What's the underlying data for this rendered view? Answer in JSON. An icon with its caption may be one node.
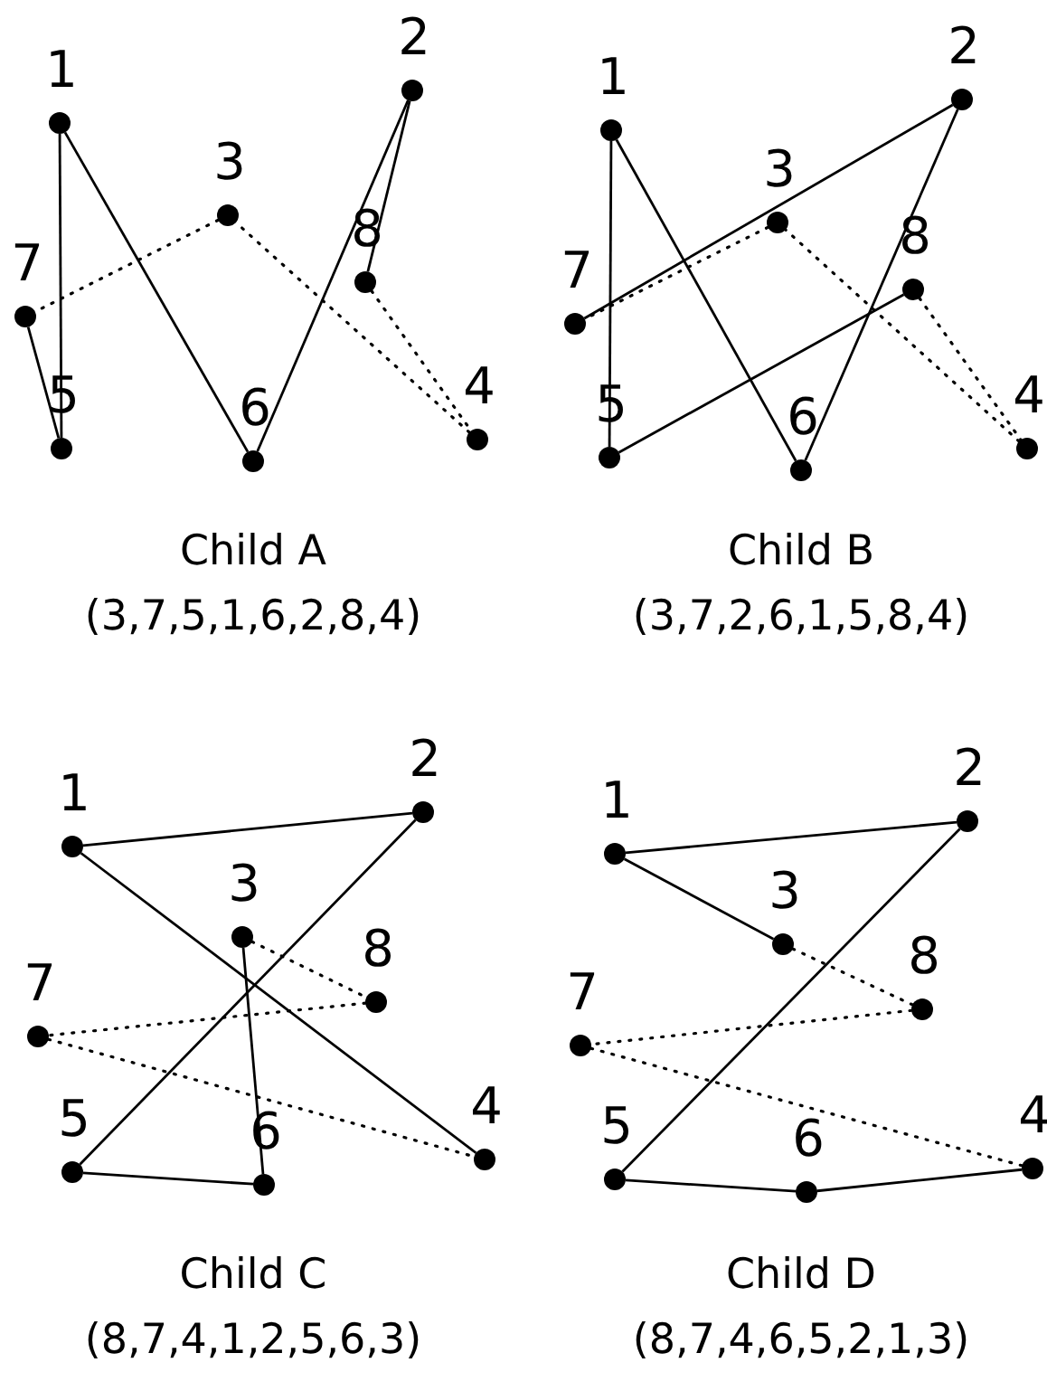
{
  "diagram": {
    "nodes": [
      {
        "text": [],
        "shape": "circle",
        "beside": [
          "1"
        ]
      },
      {
        "text": [],
        "shape": "circle",
        "beside": [
          "2"
        ]
      },
      {
        "text": [],
        "shape": "circle",
        "beside": [
          "3"
        ]
      },
      {
        "text": [],
        "shape": "circle",
        "beside": [
          "4"
        ]
      },
      {
        "text": [],
        "shape": "circle",
        "beside": [
          "5"
        ]
      },
      {
        "text": [],
        "shape": "circle",
        "beside": [
          "6"
        ]
      },
      {
        "text": [],
        "shape": "circle",
        "beside": [
          "7"
        ]
      },
      {
        "text": [],
        "shape": "circle",
        "beside": [
          "8"
        ]
      },
      {
        "text": [],
        "shape": "circle",
        "beside": [
          "1"
        ]
      },
      {
        "text": [],
        "shape": "circle",
        "beside": [
          "2"
        ]
      },
      {
        "text": [],
        "shape": "circle",
        "beside": [
          "3"
        ]
      },
      {
        "text": [],
        "shape": "circle",
        "beside": [
          "4"
        ]
      },
      {
        "text": [],
        "shape": "circle",
        "beside": [
          "5"
        ]
      },
      {
        "text": [],
        "shape": "circle",
        "beside": [
          "6"
        ]
      },
      {
        "text": [],
        "shape": "circle",
        "beside": [
          "7"
        ]
      },
      {
        "text": [],
        "shape": "circle",
        "beside": [
          "8"
        ]
      },
      {
        "text": [],
        "shape": "circle",
        "beside": [
          "1"
        ]
      },
      {
        "text": [],
        "shape": "circle",
        "beside": [
          "2"
        ]
      },
      {
        "text": [],
        "shape": "circle",
        "beside": [
          "3"
        ]
      },
      {
        "text": [],
        "shape": "circle",
        "beside": [
          "4"
        ]
      },
      {
        "text": [],
        "shape": "circle",
        "beside": [
          "5"
        ]
      },
      {
        "text": [],
        "shape": "circle",
        "beside": [
          "6"
        ]
      },
      {
        "text": [],
        "shape": "circle",
        "beside": [
          "7"
        ]
      },
      {
        "text": [],
        "shape": "circle",
        "beside": [
          "8"
        ]
      },
      {
        "text": [],
        "shape": "circle",
        "beside": [
          "1"
        ]
      },
      {
        "text": [],
        "shape": "circle",
        "beside": [
          "2"
        ]
      },
      {
        "text": [],
        "shape": "circle",
        "beside": [
          "3"
        ]
      },
      {
        "text": [],
        "shape": "circle",
        "beside": [
          "4"
        ]
      },
      {
        "text": [],
        "shape": "circle",
        "beside": [
          "5"
        ]
      },
      {
        "text": [],
        "shape": "circle",
        "beside": [
          "6"
        ]
      },
      {
        "text": [],
        "shape": "circle",
        "beside": [
          "7"
        ]
      },
      {
        "text": [],
        "shape": "circle",
        "beside": [
          "8"
        ]
      }
    ],
    "edges": [
      {
        "from": 2,
        "to": 6,
        "arrow": "none",
        "style": "dashed"
      },
      {
        "from": 6,
        "to": 4,
        "arrow": "none"
      },
      {
        "from": 4,
        "to": 0,
        "arrow": "none"
      },
      {
        "from": 0,
        "to": 5,
        "arrow": "none"
      },
      {
        "from": 5,
        "to": 1,
        "arrow": "none"
      },
      {
        "from": 1,
        "to": 7,
        "arrow": "none"
      },
      {
        "from": 7,
        "to": 3,
        "arrow": "none",
        "style": "dashed"
      },
      {
        "from": 3,
        "to": 2,
        "arrow": "none",
        "style": "dashed"
      },
      {
        "from": 10,
        "to": 14,
        "arrow": "none",
        "style": "dashed"
      },
      {
        "from": 14,
        "to": 9,
        "arrow": "none"
      },
      {
        "from": 9,
        "to": 13,
        "arrow": "none"
      },
      {
        "from": 13,
        "to": 8,
        "arrow": "none"
      },
      {
        "from": 8,
        "to": 12,
        "arrow": "none"
      },
      {
        "from": 12,
        "to": 15,
        "arrow": "none"
      },
      {
        "from": 15,
        "to": 11,
        "arrow": "none",
        "style": "dashed"
      },
      {
        "from": 11,
        "to": 10,
        "arrow": "none",
        "style": "dashed"
      },
      {
        "from": 23,
        "to": 22,
        "arrow": "none",
        "style": "dashed"
      },
      {
        "from": 22,
        "to": 19,
        "arrow": "none",
        "style": "dashed"
      },
      {
        "from": 19,
        "to": 16,
        "arrow": "none"
      },
      {
        "from": 16,
        "to": 17,
        "arrow": "none"
      },
      {
        "from": 17,
        "to": 20,
        "arrow": "none"
      },
      {
        "from": 20,
        "to": 21,
        "arrow": "none"
      },
      {
        "from": 21,
        "to": 18,
        "arrow": "none"
      },
      {
        "from": 18,
        "to": 23,
        "arrow": "none",
        "style": "dashed"
      },
      {
        "from": 31,
        "to": 30,
        "arrow": "none",
        "style": "dashed"
      },
      {
        "from": 30,
        "to": 27,
        "arrow": "none",
        "style": "dashed"
      },
      {
        "from": 27,
        "to": 29,
        "arrow": "none"
      },
      {
        "from": 29,
        "to": 28,
        "arrow": "none"
      },
      {
        "from": 28,
        "to": 25,
        "arrow": "none"
      },
      {
        "from": 25,
        "to": 24,
        "arrow": "none"
      },
      {
        "from": 24,
        "to": 26,
        "arrow": "none"
      },
      {
        "from": 26,
        "to": 31,
        "arrow": "none",
        "style": "dashed"
      }
    ],
    "labels": [
      "Child A",
      "(3,7,5,1,6,2,8,4)",
      "Child B",
      "(3,7,2,6,1,5,8,4)",
      "Child C",
      "(8,7,4,1,2,5,6,3)",
      "Child D",
      "(8,7,4,6,5,2,1,3)"
    ]
  }
}
